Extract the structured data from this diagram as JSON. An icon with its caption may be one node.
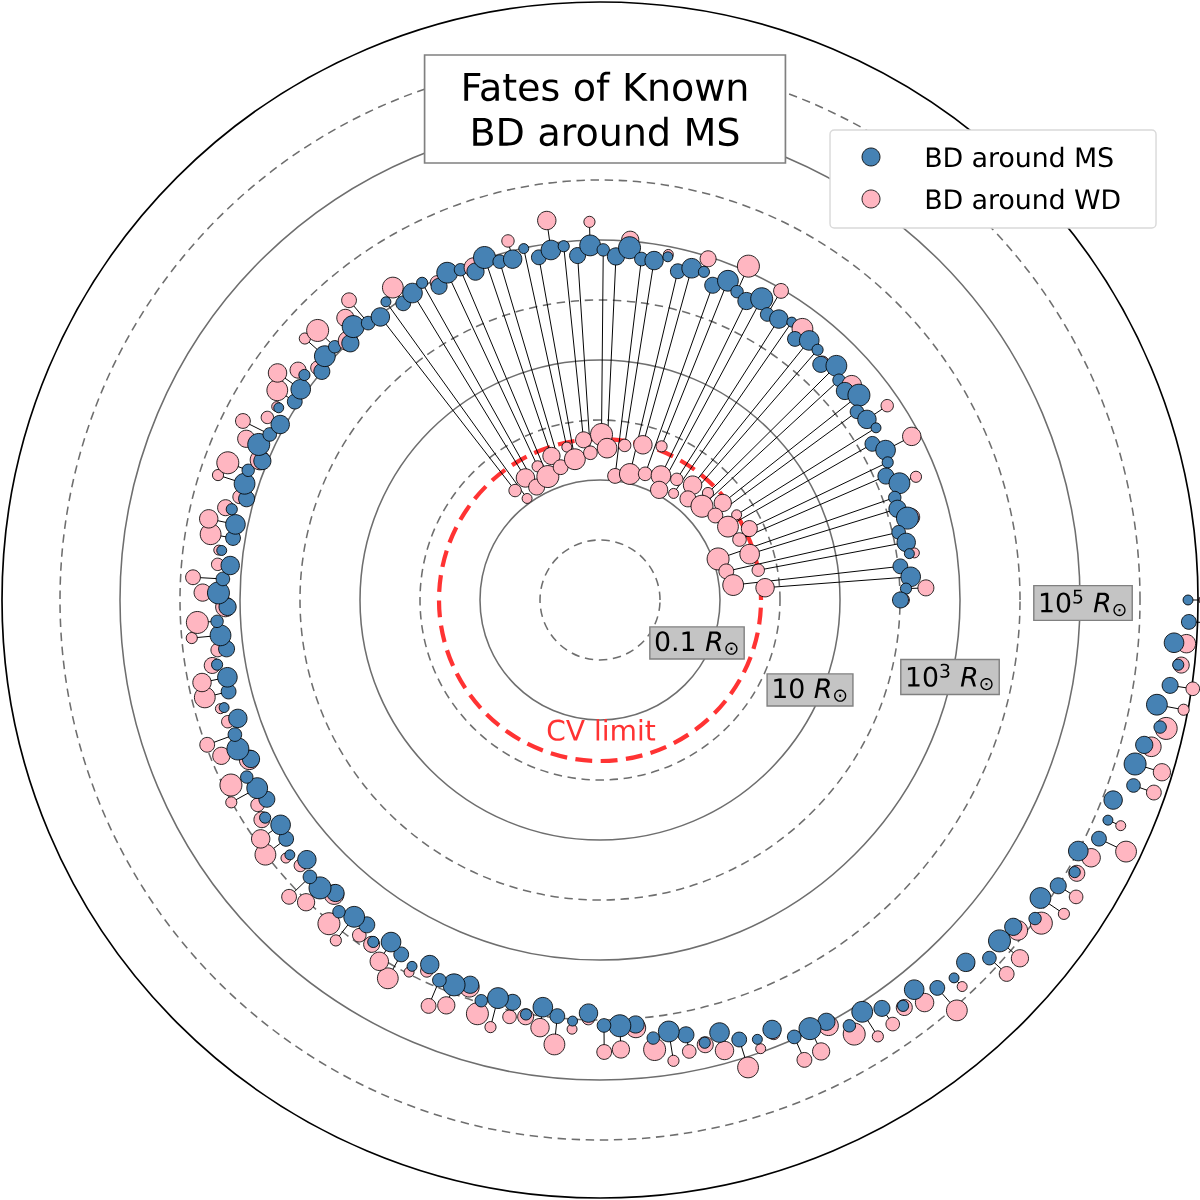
{
  "diagram": {
    "title": "Fates of Known BD around MS",
    "labels": [
      "10$^{5}$ *R*$_{⊙}$",
      "0.1 *R*$_{⊙}$",
      "10$^{3}$ *R*$_{⊙}$",
      "10 *R*$_{⊙}$",
      "CV limit"
    ],
    "legend": [
      {
        "text": "BD around MS",
        "color": "#4682b4"
      },
      {
        "text": "BD around WD",
        "color": "#ffb6c1"
      }
    ]
  }
}
